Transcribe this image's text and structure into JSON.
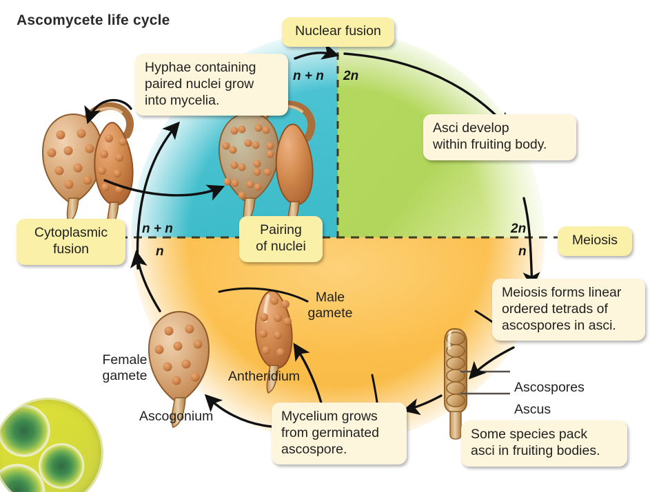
{
  "title": "Ascomycete life cycle",
  "palette": {
    "dikaryotic_teal": "#4cc3d2",
    "diploid_green": "#b5d85e",
    "haploid_orange": "#fbbe4b",
    "callout_cream": "#fdf6dc",
    "callout_yellow": "#faf0a8",
    "text_dark": "#1f1f1f",
    "stroke_black": "#111111",
    "fungus_tan": "#d9a16a",
    "fungus_orange": "#cf8349"
  },
  "callouts": {
    "nuclear_fusion": "Nuclear fusion",
    "hyphae": "Hyphae containing\npaired nuclei grow\ninto mycelia.",
    "asci_develop": "Asci develop\nwithin fruiting body.",
    "cytoplasmic_fusion": "Cytoplasmic\nfusion",
    "pairing_of_nuclei": "Pairing\nof nuclei",
    "meiosis": "Meiosis",
    "meiosis_forms": "Meiosis forms linear\nordered tetrads of\nascospores in asci.",
    "mycelium_grows": "Mycelium grows\nfrom germinated\nascospore.",
    "some_species": "Some species pack\nasci in fruiting bodies."
  },
  "labels": {
    "male_gamete": "Male\ngamete",
    "female_gamete": "Female\ngamete",
    "antheridium": "Antheridium",
    "ascogonium": "Ascogonium",
    "ascospores": "Ascospores",
    "ascus": "Ascus"
  },
  "ploidy": {
    "top_left": "n + n",
    "top_right": "2n",
    "left_upper": "n + n",
    "left_lower": "n",
    "right_upper": "2n",
    "right_lower": "n"
  },
  "icons": {
    "ascogonium": "ascogonium-icon",
    "antheridium": "antheridium-icon",
    "ascus": "ascus-icon",
    "petri_dish": "petri-dish-photo"
  }
}
